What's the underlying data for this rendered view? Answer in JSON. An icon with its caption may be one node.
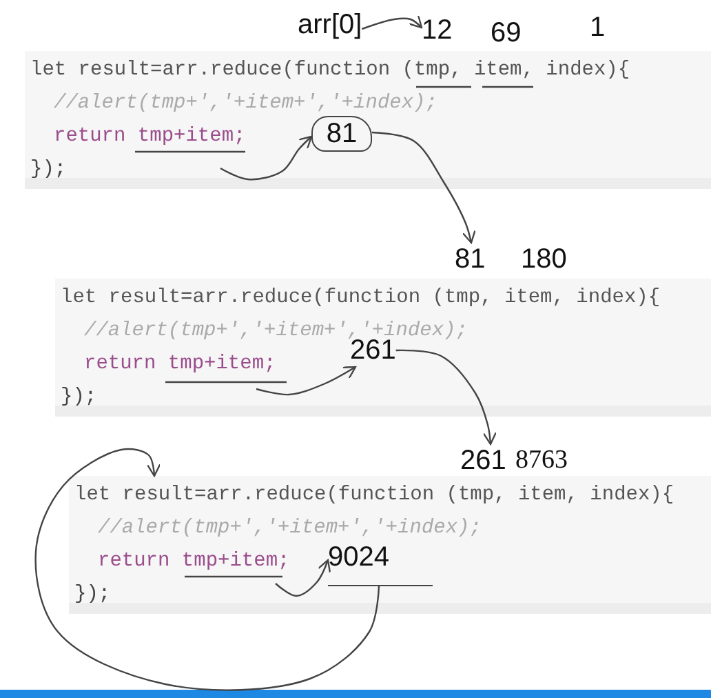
{
  "diagram": {
    "nodes": [
      {
        "text": [
          "let result=arr.reduce(function (tmp, item, index){",
          "//alert(tmp+','+item+','+index);",
          "return tmp+item;",
          "});"
        ]
      },
      {
        "text": [
          "arr[0]"
        ]
      },
      {
        "text": [
          "12"
        ]
      },
      {
        "text": [
          "69"
        ]
      },
      {
        "text": [
          "1"
        ]
      },
      {
        "text": [
          "81"
        ],
        "in": 0
      },
      {
        "text": [
          "let result=arr.reduce(function (tmp, item, index){",
          "//alert(tmp+','+item+','+index);",
          "return tmp+item;",
          "});"
        ]
      },
      {
        "text": [
          "81"
        ]
      },
      {
        "text": [
          "180"
        ]
      },
      {
        "text": [
          "261"
        ],
        "in": 6
      },
      {
        "text": [
          "let result=arr.reduce(function (tmp, item, index){",
          "//alert(tmp+','+item+','+index);",
          "return tmp+item;",
          "});"
        ]
      },
      {
        "text": [
          "261"
        ]
      },
      {
        "text": [
          "8763"
        ]
      },
      {
        "text": [
          "9024"
        ],
        "in": 10
      }
    ],
    "edges": [
      {
        "from": 1,
        "to": 2,
        "arrow": "to"
      },
      {
        "from": 0,
        "to": 5,
        "arrow": "to"
      },
      {
        "from": 5,
        "to": 7,
        "arrow": "to"
      },
      {
        "from": 6,
        "to": 9,
        "arrow": "to"
      },
      {
        "from": 9,
        "to": 11,
        "arrow": "to"
      },
      {
        "from": 10,
        "to": 13,
        "arrow": "to"
      },
      {
        "from": 13,
        "to": 10,
        "arrow": "to"
      }
    ]
  }
}
